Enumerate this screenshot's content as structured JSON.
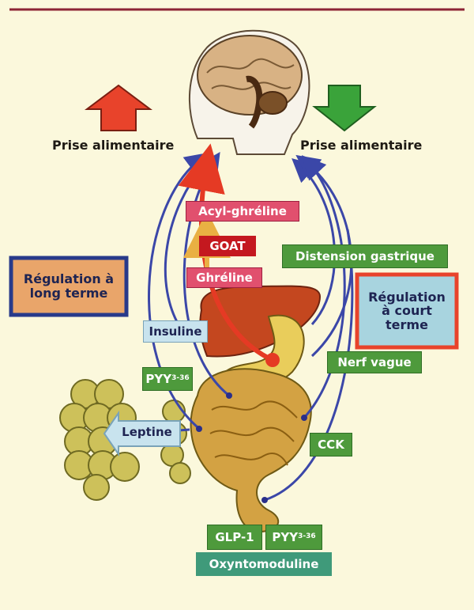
{
  "top_left": "Prise alimentaire",
  "top_right": "Prise alimentaire",
  "acyl": "Acyl-ghréline",
  "goat": "GOAT",
  "ghreline": "Ghréline",
  "distension": "Distension gastrique",
  "long_term": "Régulation à long terme",
  "short_term": "Régulation à court terme",
  "insuline": "Insuline",
  "nerf": "Nerf vague",
  "pyy_a": "PYY",
  "pyy_a_sub": "3-36",
  "leptine": "Leptine",
  "cck": "CCK",
  "glp1": "GLP-1",
  "pyy_b": "PYY",
  "pyy_b_sub": "3-36",
  "oxynto": "Oxyntomoduline",
  "colors": {
    "increase": "#e8432b",
    "decrease": "#3aa33a",
    "pathway": "#3b47a8",
    "ghrelin_path": "#e53a24",
    "long_term_fill": "#e9a56a",
    "short_term_fill": "#a8d4df"
  }
}
